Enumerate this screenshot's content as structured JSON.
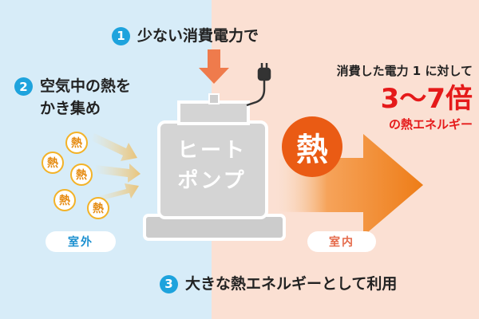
{
  "steps": [
    {
      "num": "1",
      "text": "少ない消費電力で"
    },
    {
      "num": "2",
      "line1": "空気中の熱を",
      "line2": "かき集め"
    },
    {
      "num": "3",
      "text": "大きな熱エネルギーとして利用"
    }
  ],
  "heat_pump": {
    "line1": "ヒート",
    "line2": "ポンプ"
  },
  "heat_char": "熱",
  "big_heat_char": "熱",
  "result": {
    "line1": "消費した電力 1 に対して",
    "ratio": "3～7倍",
    "line3": "の熱エネルギー"
  },
  "labels": {
    "outdoor": "室外",
    "indoor": "室内"
  },
  "colors": {
    "left_bg": "#d7ecf8",
    "right_bg": "#fbe0d3",
    "step_badge": "#1ea3dd",
    "accent_red": "#e51a1a",
    "heat_orange": "#ea5b14",
    "pump_gray": "#d4d4d4"
  }
}
